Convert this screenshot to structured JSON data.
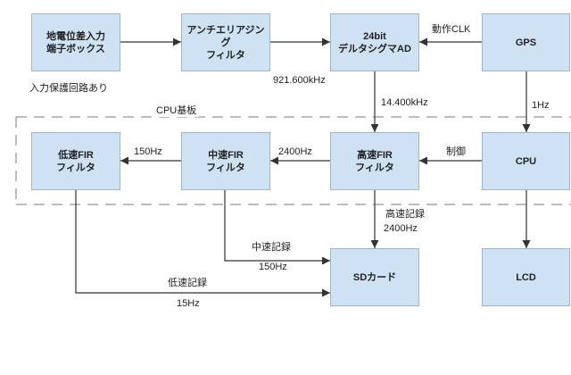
{
  "boxes": {
    "terminal_box": {
      "line1": "地電位差入力",
      "line2": "端子ボックス"
    },
    "antialias_filter": {
      "line1": "アンチエリアジング",
      "line2": "フィルタ"
    },
    "delta_sigma_ad": {
      "line1": "24bit",
      "line2": "デルタシグマAD"
    },
    "gps": {
      "line1": "GPS"
    },
    "low_fir": {
      "line1": "低速FIR",
      "line2": "フィルタ"
    },
    "mid_fir": {
      "line1": "中速FIR",
      "line2": "フィルタ"
    },
    "high_fir": {
      "line1": "高速FIR",
      "line2": "フィルタ"
    },
    "cpu": {
      "line1": "CPU"
    },
    "sd_card": {
      "line1": "SDカード"
    },
    "lcd": {
      "line1": "LCD"
    }
  },
  "container": {
    "label": "CPU基板"
  },
  "labels": {
    "input_protection": "入力保護回路あり",
    "ad_sample_rate": "921.600kHz",
    "operating_clk": "動作CLK",
    "ad_output_rate": "14.400kHz",
    "gps_pps": "1Hz",
    "control": "制御",
    "high_to_mid_rate": "2400Hz",
    "mid_to_low_rate": "150Hz",
    "high_record": "高速記録",
    "high_record_rate": "2400Hz",
    "mid_record": "中速記録",
    "mid_record_rate": "150Hz",
    "low_record": "低速記録",
    "low_record_rate": "15Hz"
  },
  "colors": {
    "box_fill": "#cfe2f3",
    "box_border": "#9fb4c4",
    "line": "#333333",
    "dash": "#7a7a7a"
  }
}
